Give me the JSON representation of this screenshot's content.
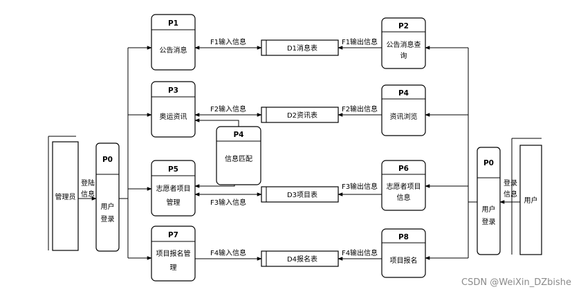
{
  "entities": {
    "admin": "管理员",
    "user": "用户"
  },
  "processes": {
    "p0_admin": {
      "id": "P0",
      "lines": [
        "用户",
        "登录"
      ]
    },
    "p0_user": {
      "id": "P0",
      "lines": [
        "用户",
        "登录"
      ]
    },
    "p1": {
      "id": "P1",
      "lines": [
        "公告消息"
      ]
    },
    "p2": {
      "id": "P2",
      "lines": [
        "公告消息查",
        "询"
      ]
    },
    "p3": {
      "id": "P3",
      "lines": [
        "奥运资讯"
      ]
    },
    "p4_right": {
      "id": "P4",
      "lines": [
        "资讯浏览"
      ]
    },
    "p4_mid": {
      "id": "P4",
      "lines": [
        "信息匹配"
      ]
    },
    "p5": {
      "id": "P5",
      "lines": [
        "志愿者项目",
        "管理"
      ]
    },
    "p6": {
      "id": "P6",
      "lines": [
        "志愿者项目",
        "信息"
      ]
    },
    "p7": {
      "id": "P7",
      "lines": [
        "项目报名管",
        "理"
      ]
    },
    "p8": {
      "id": "P8",
      "lines": [
        "项目报名"
      ]
    }
  },
  "stores": {
    "d1": "D1消息表",
    "d2": "D2资讯表",
    "d3": "D3项目表",
    "d4": "D4报名表"
  },
  "flows": {
    "admin_login": [
      "登陆",
      "信息"
    ],
    "user_login": [
      "登录",
      "信息"
    ],
    "f1_in": "F1输入信息",
    "f1_out": "F1输出信息",
    "f2_in": "F2输入信息",
    "f2_out": "F2输出信息",
    "f3_in": "F3输入信息",
    "f3_out": "F3输出信息",
    "f4_in": "F4输入信息",
    "f4_out": "F4输出信息"
  },
  "watermark": "CSDN @WeiXin_DZbishe"
}
